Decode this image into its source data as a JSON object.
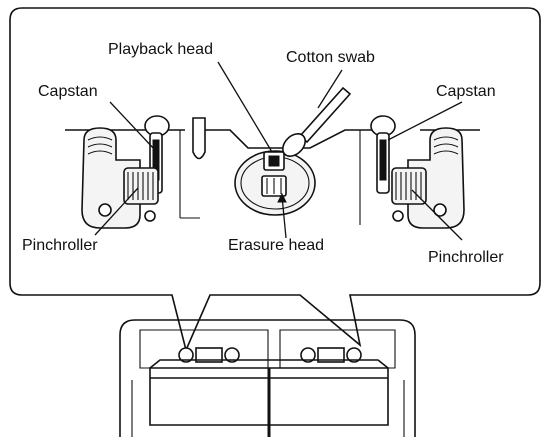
{
  "labels": {
    "playback_head": "Playback head",
    "cotton_swab": "Cotton swab",
    "capstan_left": "Capstan",
    "capstan_right": "Capstan",
    "pinchroller_left": "Pinchroller",
    "pinchroller_right": "Pinchroller",
    "erasure_head": "Erasure head"
  },
  "colors": {
    "line": "#111111",
    "background": "#ffffff",
    "shade": "#f4f4f4"
  }
}
